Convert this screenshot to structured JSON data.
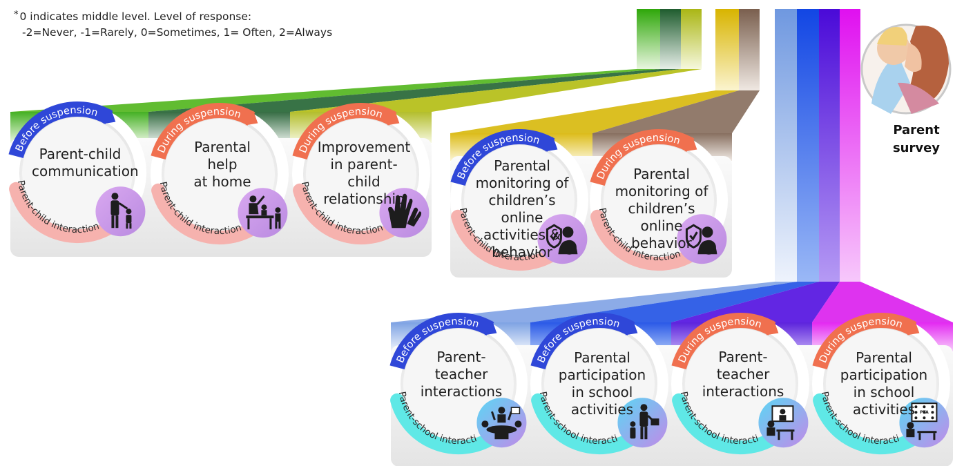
{
  "note": {
    "star": "*",
    "line1": "0 indicates middle level. Level of response:",
    "line2": "-2=Never, -1=Rarely, 0=Sometimes, 1= Often, 2=Always"
  },
  "survey": {
    "label_line1": "Parent",
    "label_line2": "survey"
  },
  "tags": {
    "before": "Before suspension",
    "during": "During suspension",
    "parent_child": "Parent-child interaction",
    "parent_school": "Parent-school interaction"
  },
  "items": [
    {
      "id": "pc-communication",
      "lines": [
        "Parent-child",
        "communication"
      ],
      "when": "before",
      "group": "parent_child"
    },
    {
      "id": "help-at-home",
      "lines": [
        "Parental",
        "help",
        "at home"
      ],
      "when": "during",
      "group": "parent_child"
    },
    {
      "id": "improvement-relationship",
      "lines": [
        "Improvement",
        "in parent-child",
        "relationship"
      ],
      "when": "during",
      "group": "parent_child"
    },
    {
      "id": "monitoring-activities",
      "lines": [
        "Parental",
        "monitoring of",
        "children’s online",
        "activities &",
        "behavior"
      ],
      "when": "before",
      "group": "parent_child"
    },
    {
      "id": "monitoring-behavior",
      "lines": [
        "Parental",
        "monitoring of",
        "children’s",
        "online behavior"
      ],
      "when": "during",
      "group": "parent_child"
    },
    {
      "id": "pt-interactions-before",
      "lines": [
        "Parent-",
        "teacher",
        "interactions"
      ],
      "when": "before",
      "group": "parent_school"
    },
    {
      "id": "participation-before",
      "lines": [
        "Parental",
        "participation",
        "in school",
        "activities"
      ],
      "when": "before",
      "group": "parent_school"
    },
    {
      "id": "pt-interactions-during",
      "lines": [
        "Parent-",
        "teacher",
        "interactions"
      ],
      "when": "during",
      "group": "parent_school"
    },
    {
      "id": "participation-during",
      "lines": [
        "Parental",
        "participation",
        "in school",
        "activities"
      ],
      "when": "during",
      "group": "parent_school"
    }
  ],
  "icon_labels": {
    "blackboard": "PTA"
  },
  "colors": {
    "before_tag": "#2f47d8",
    "during_tag": "#f0704f",
    "parent_child_band": "#f6b2ae",
    "parent_school_band": "#5fe8e6",
    "icon_badge": "#cf9ae6",
    "tray": "#eeeeee",
    "ribbon_green": "#3fb022",
    "ribbon_darkgreen": "#2e6a3a",
    "ribbon_olive": "#b3be18",
    "ribbon_gold": "#e0c000",
    "ribbon_brown": "#8a7060",
    "ribbon_lightblue": "#7aa2e6",
    "ribbon_blue": "#1e54e8",
    "ribbon_violet": "#5a12e0",
    "ribbon_magenta": "#e01ef0"
  }
}
